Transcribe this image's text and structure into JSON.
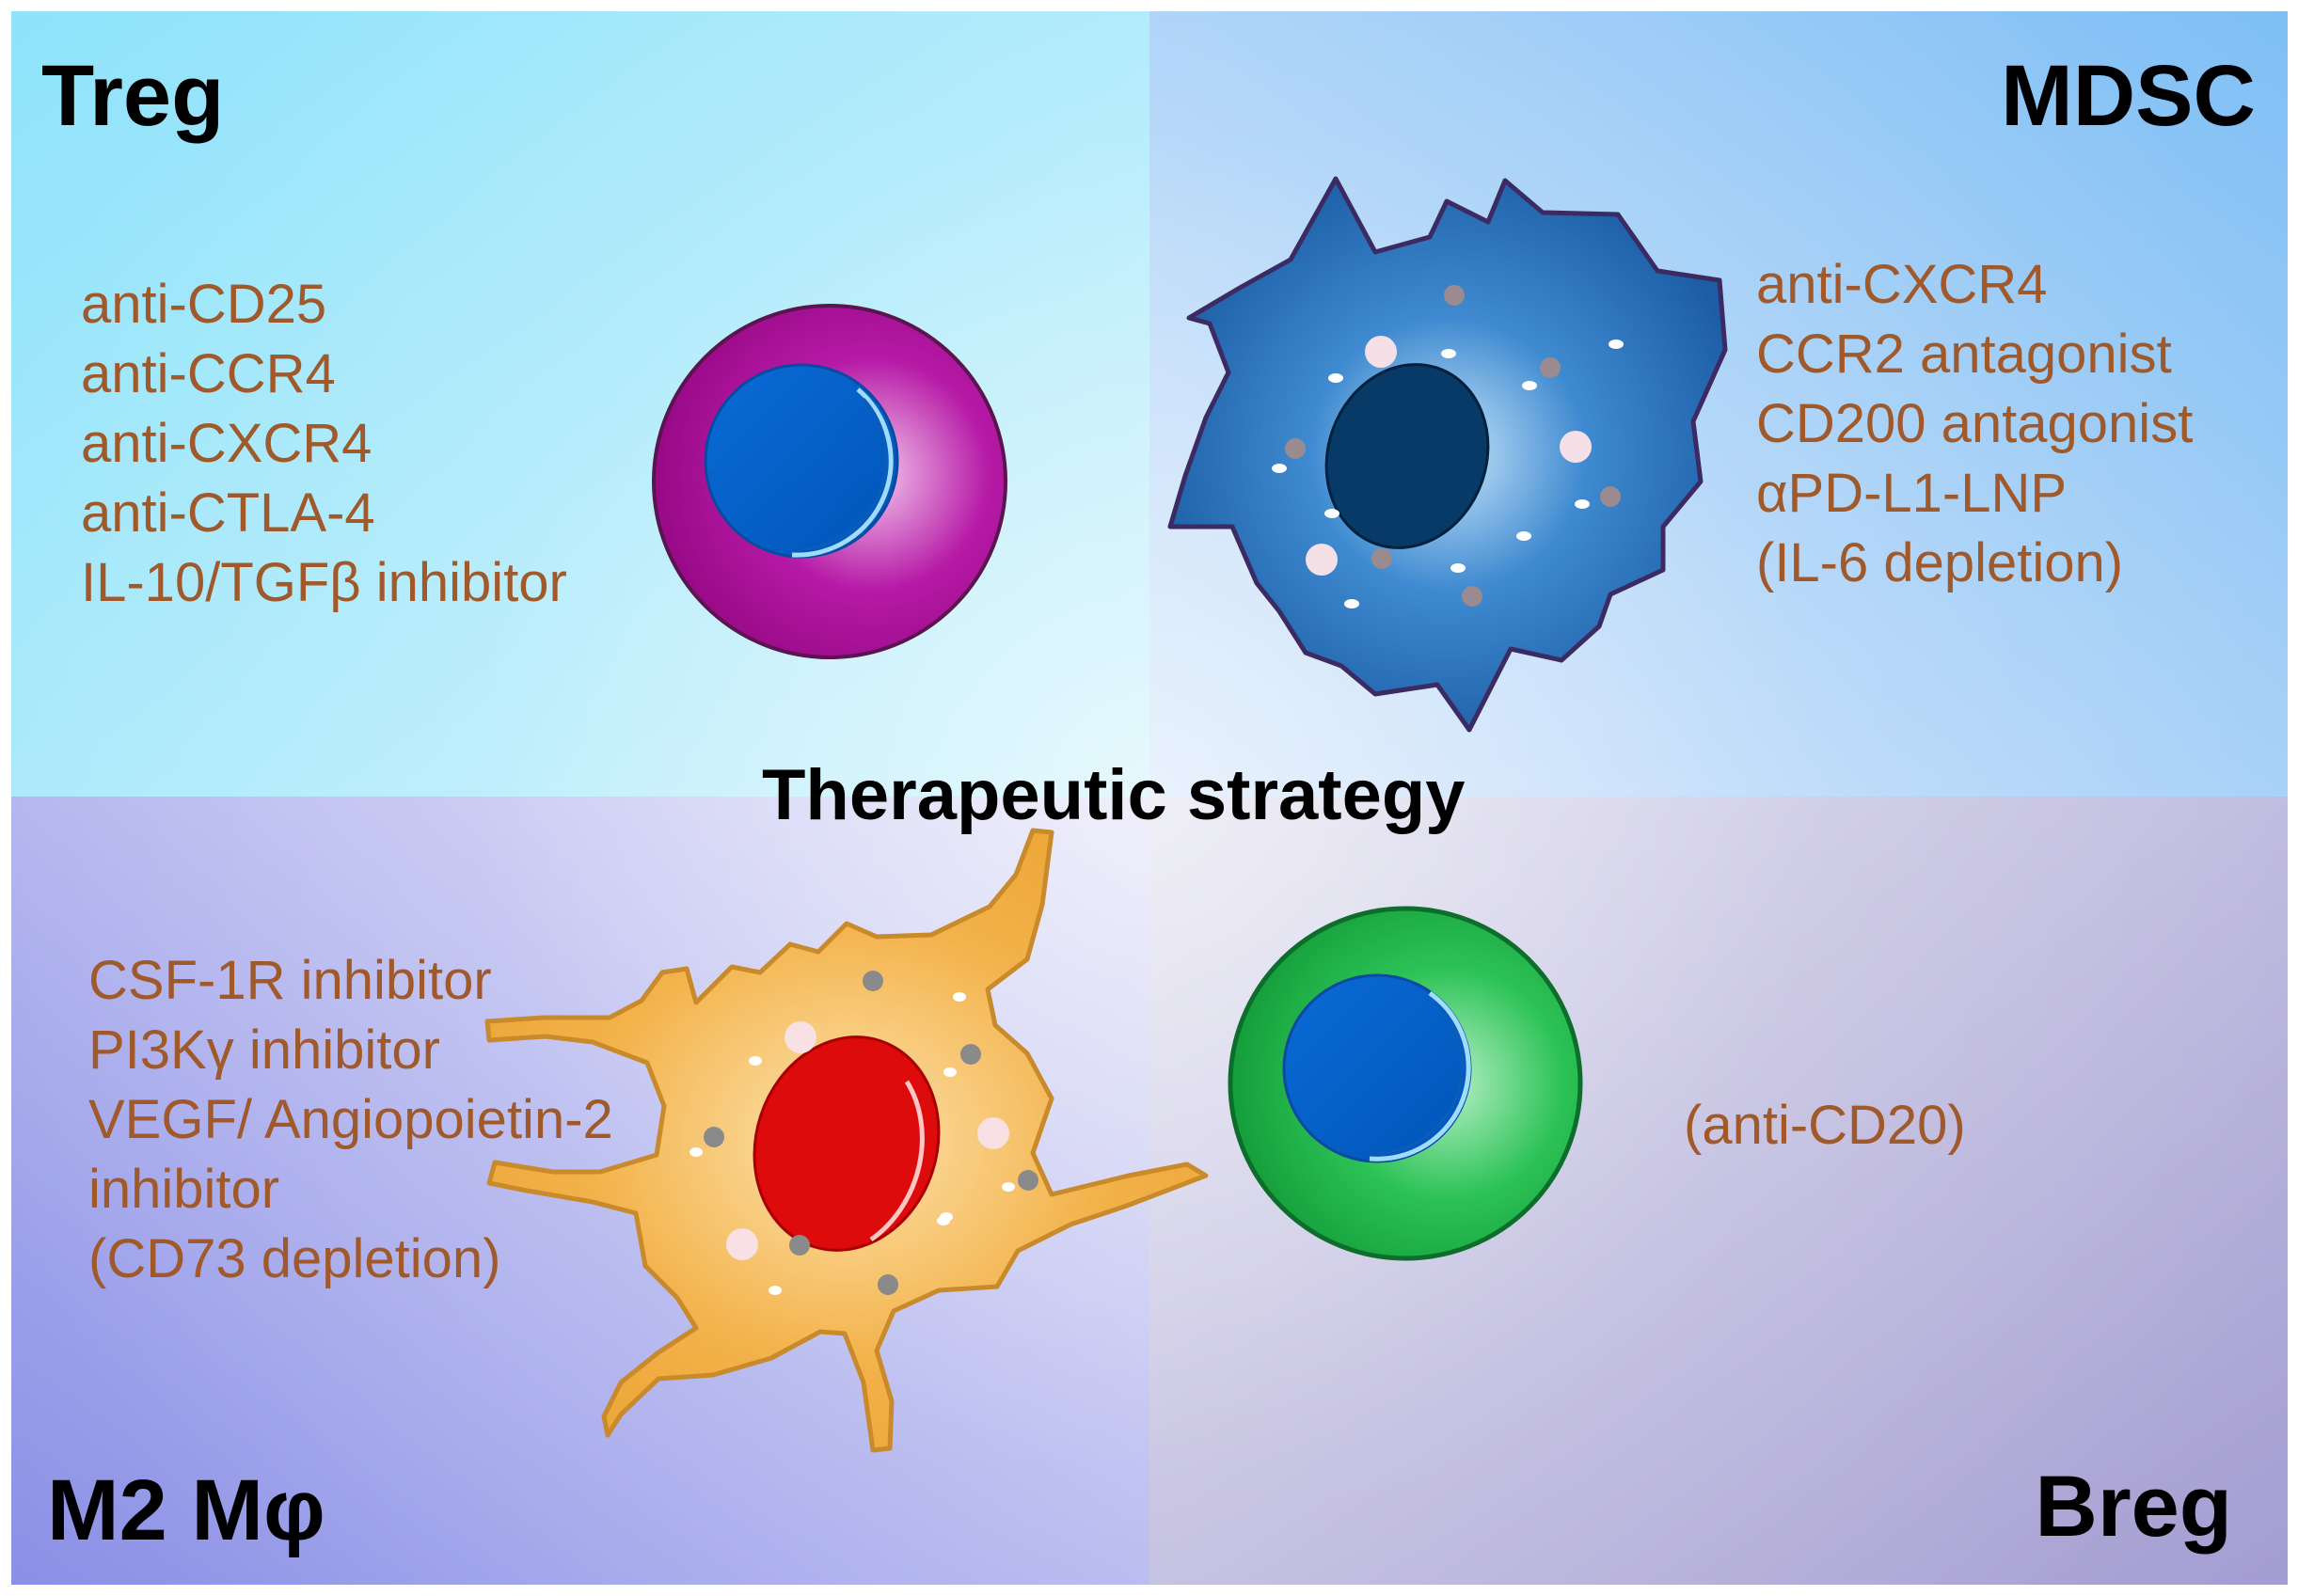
{
  "center_title": "Therapeutic strategy",
  "quadrants": {
    "treg": {
      "title": "Treg",
      "agents": [
        "anti-CD25",
        "anti-CCR4",
        "anti-CXCR4",
        "anti-CTLA-4",
        "IL-10/TGFβ inhibitor"
      ]
    },
    "mdsc": {
      "title": "MDSC",
      "agents": [
        "anti-CXCR4",
        "CCR2 antagonist",
        "CD200 antagonist",
        "αPD-L1-LNP",
        "(IL-6 depletion)"
      ]
    },
    "m2": {
      "title": "M2 Mφ",
      "agents": [
        "CSF-1R inhibitor",
        "PI3Kγ inhibitor",
        "VEGF/ Angiopoietin-2",
        "inhibitor",
        "(CD73 depletion)"
      ]
    },
    "breg": {
      "title": "Breg",
      "agents": [
        "(anti-CD20)"
      ]
    }
  },
  "colors": {
    "text_agents": "#a0592a",
    "treg_cell": "#a0088f",
    "nucleus_blue": "#0066cc",
    "mdsc_cell": "#1f6fb8",
    "m2_cell": "#f0ac3c",
    "m2_nucleus": "#dd0b0b",
    "breg_cell": "#22b84a"
  }
}
